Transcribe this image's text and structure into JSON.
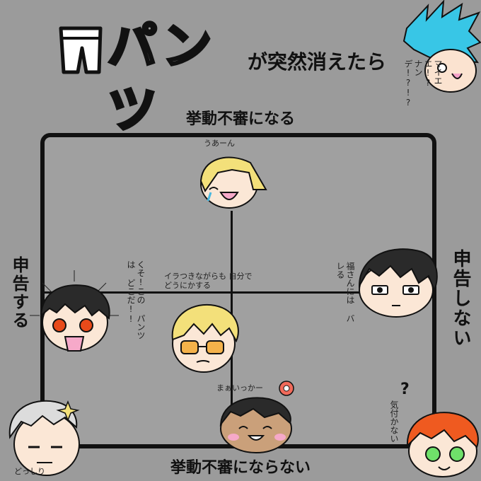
{
  "title": {
    "logo_text": "パンツ",
    "subtitle": "が突然消えたら"
  },
  "axes": {
    "top": "挙動不審になる",
    "bottom": "挙動不審にならない",
    "left": "申告する",
    "right": "申告しない"
  },
  "notes": {
    "top_right": "マイエエ!? ナンデ!?!?",
    "top_center": "うあーん",
    "left_center": "くそ!この パンツ は どこだ!!",
    "center": "イラつきながらも 自分でどうにかする",
    "right_center": "福さんには バレる",
    "bottom_center": "まぁいっかー",
    "bottom_left": "どっしり",
    "bottom_right": "気付かない",
    "bottom_right_mark": "?"
  },
  "colors": {
    "background": "#9b9b9b",
    "board": "#a0a0a0",
    "line": "#111111",
    "blonde": "#f3e07a",
    "blue_hair": "#38c6e6",
    "orange_hair": "#ef5a20",
    "dark_hair": "#2a2a2a"
  }
}
